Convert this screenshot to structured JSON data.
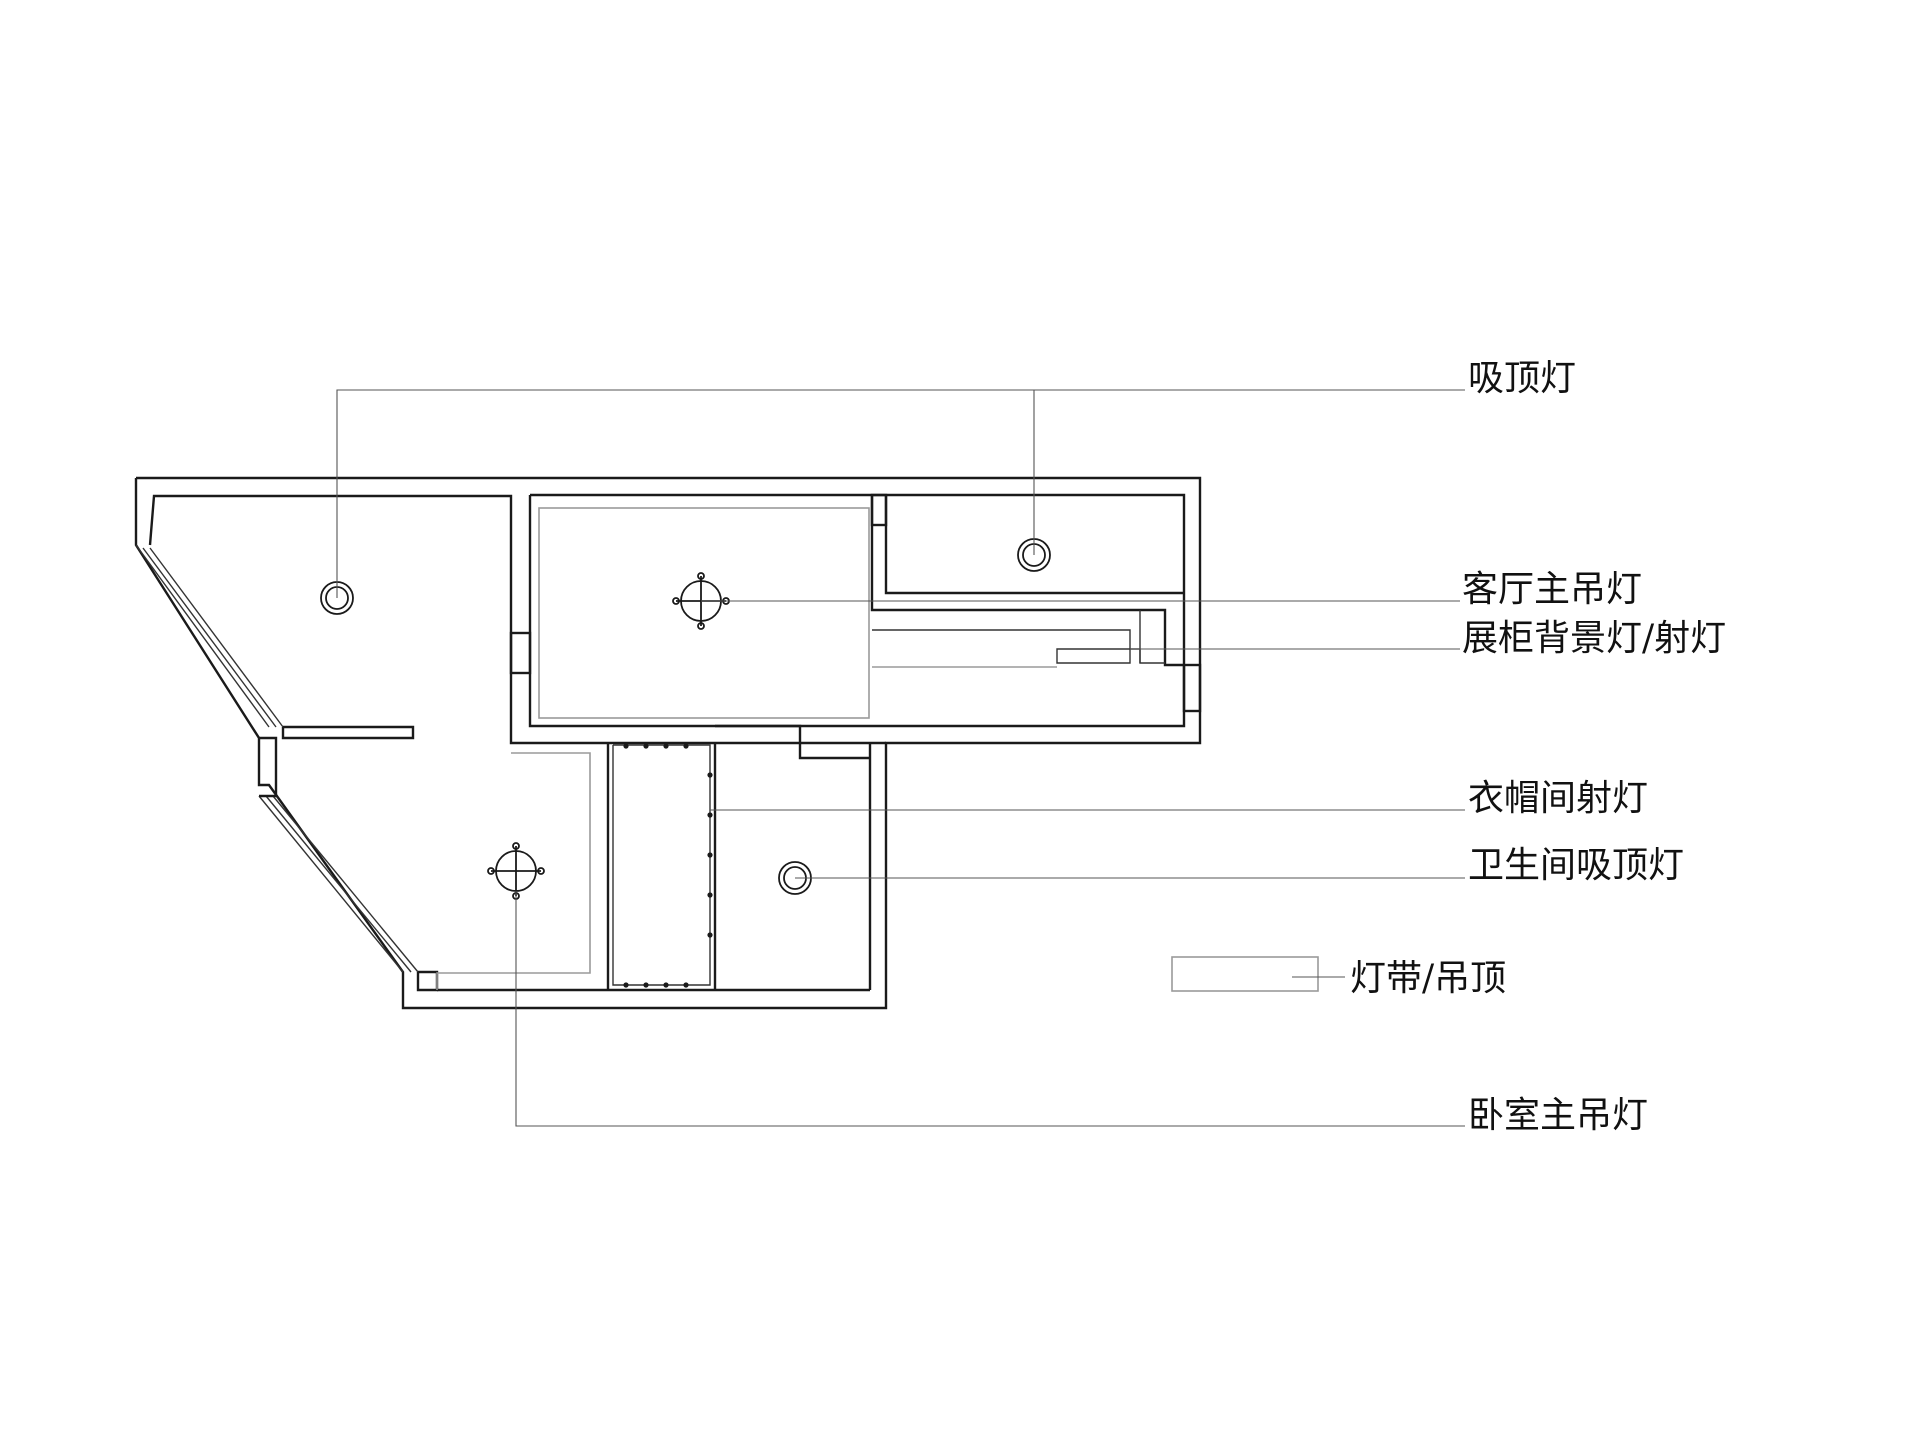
{
  "labels": {
    "ceiling_light": "吸顶灯",
    "living_chandelier": "客厅主吊灯",
    "display_cabinet_light": "展柜背景灯/射灯",
    "cloakroom_spotlight": "衣帽间射灯",
    "bathroom_ceiling_light": "卫生间吸顶灯",
    "legend_strip": "灯带/吊顶",
    "bedroom_chandelier": "卧室主吊灯"
  },
  "colors": {
    "wall": "#1a1a1a",
    "ceiling_line": "#9a9a9a",
    "leader": "#555555",
    "background": "#ffffff"
  },
  "icons": {
    "ceiling_light": "double-circle-icon",
    "chandelier": "crosshair-circle-icon"
  }
}
